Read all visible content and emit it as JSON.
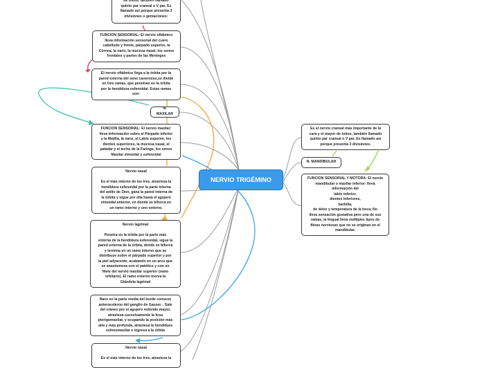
{
  "central": {
    "title": "NERVIO TRIGÉMINO"
  },
  "left_nodes": [
    {
      "id": "n_top",
      "text": "de todos, también llamado\nquinto par craneal o V par. Es\nllamado así porque presenta 3\ndivisiones o gemaciones:"
    },
    {
      "id": "n_func_oft",
      "text": "FUNCION SENSORIAL: El nervio oftálmico\nlleva información sensorial del cuero\ncabelludo y frente, párpado superior, la\nCórnea, la nariz, la mucosa nasal, los senos\nfrontales y partes de las Meninges"
    },
    {
      "id": "n_oft_llega",
      "text": "El nervio oftálmico llega a la órbita por la\npared externa del seno cavernoso,se divide\nen tres ramas, que penetran en la órbita\npor la hendidura esfenoidal. Estas ramas\nson:"
    },
    {
      "id": "n_maxilar",
      "text": "N. MAXILAR"
    },
    {
      "id": "n_func_max",
      "text": "FUNCION SENSORIAL: El nervio maxilar:\nlleva información sobre el Párpado inferior\ny la Mejilla, la nariz, el Labio superior, los\ndientes superiores, la mucosa nasal, el\npaladar y el techo de la Faringe, los senos\nMaxilar etmoidal y esfenoidal"
    },
    {
      "id": "n_nasal",
      "text": "Nervio nasal\n\nEs el más interno de los tres, atraviesa la\nhendidura esfenoidal por la parte interna\ndel anillo de Zinn, gana la pared interna de\nla órbita y sigue por ella hasta el agujero\netmoidal anterior, en donde se bifurca en\nun ramo interno y uno externo."
    },
    {
      "id": "n_lagrimal",
      "text": "Nervio lagrimal\n\nPenetra en la órbita por la parte más\nexterna de la hendidura esfenoidal, sigue la\npared externa de la órbita, donde se bifurca\ny termina en un ramo interno que se\ndistribuye sobre el párpado superior y por\nla piel adyacente, acabando en un arco que\nse anastomosa con el patético y con un\nfilete del nervio maxilar superior (ramo\norbitario). El ramo externo inerva la\nGlándula lagrimal"
    },
    {
      "id": "n_nace",
      "text": "Nace en la parte media del borde convexo\nanteroexterno del ganglio de Gasser. . Sale\ndel cráneo por el agujero redondo mayor,\natraviesa sucesivamente la fosa\npterigomaxilar, y ocupando la posición más\nalta y más profunda, atraviesa la hendidura\nesfenomaxilar e ingresa a la órbita"
    },
    {
      "id": "n_nasal2",
      "text": "Nervio nasal\n\nEs el más interno de los tres, atraviesa la"
    }
  ],
  "right_nodes": [
    {
      "id": "n_mayor",
      "text": "Es el nervio craneal más importante de la\ncara y el mayor de todos, también llamado\nquinto par craneal o V par. Es llamado así\nporque presenta 3 divisiones."
    },
    {
      "id": "n_mandibular",
      "text": "N. MANDIBULAR"
    },
    {
      "id": "n_func_mand",
      "text": "FUNCION SENSORIAL Y MOTORA: El nervio\nmandibular o maxilar inferior: lleva\ninformación del\nlabio inferior,\ndientes inferiores,\nbarbilla,\nde dolor y temperatura de la boca. No\nlleva sensación gustativa pero una de sus\nramas, la lingual lleva múltiples tipos de\nfibras nerviosas que no se originan en el\nmandibular."
    }
  ],
  "colors": {
    "central_fill": "#3b9bea",
    "branch_gray": "#9a9a9a",
    "orange": "#f5a742",
    "cyan": "#3bbfb5",
    "blue": "#3aa8ee",
    "green": "#9bd24a",
    "red": "#d9445e"
  }
}
